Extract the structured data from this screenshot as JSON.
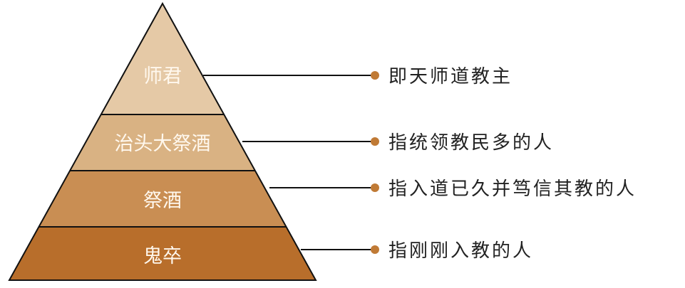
{
  "tiers": [
    {
      "label": "师君",
      "description": "即天师道教主",
      "color": "#e5c9a6"
    },
    {
      "label": "治头大祭酒",
      "description": "指统领教民多的人",
      "color": "#d9b283"
    },
    {
      "label": "祭酒",
      "description": "指入道已久并笃信其教的人",
      "color": "#c98e53"
    },
    {
      "label": "鬼卒",
      "description": "指刚刚入教的人",
      "color": "#b86e2b"
    }
  ],
  "colors": {
    "outline": "#111111",
    "dot": "#c07a35"
  }
}
